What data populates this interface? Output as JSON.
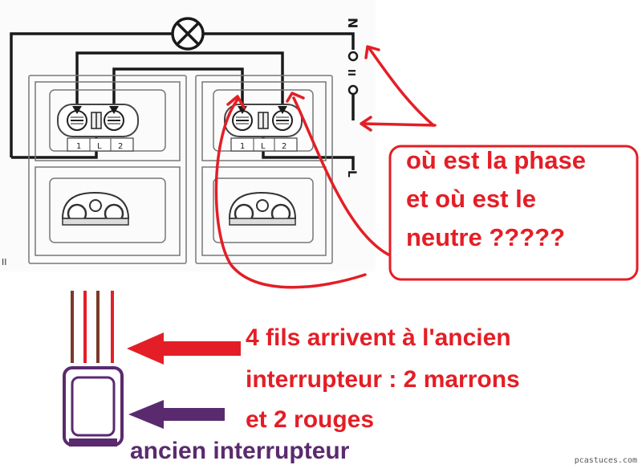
{
  "diagram": {
    "terminal_labels": {
      "left_switch": [
        "1",
        "L",
        "2"
      ],
      "right_switch": [
        "1",
        "L",
        "2"
      ]
    },
    "neutral_symbol": "N",
    "phase_symbol": "L",
    "roman_mark": "II",
    "bottom_left_mark": "II"
  },
  "callout": {
    "line1": "où est la phase",
    "line2": "et où est le",
    "line3": "neutre ?????"
  },
  "wires_note": {
    "line1": "4 fils arrivent à l'ancien",
    "line2": "interrupteur : 2 marrons",
    "line3": "et 2 rouges"
  },
  "old_switch_label": "ancien interrupteur",
  "watermark": "pcastuces.com",
  "colors": {
    "annotation_red": "#e41e26",
    "switch_purple": "#5a2a6e",
    "wire_brown": "#7a3a2a",
    "wire_red": "#e41e26",
    "schematic_black": "#1a1a1a"
  }
}
